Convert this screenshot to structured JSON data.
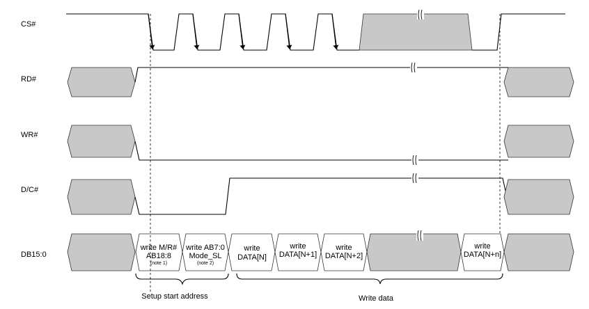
{
  "signals": {
    "cs": "CS#",
    "rd": "RD#",
    "wr": "WR#",
    "dc": "D/C#",
    "db": "DB15:0"
  },
  "bus": {
    "cell1_line1": "write M/R#",
    "cell1_line2": "AB18:8",
    "cell1_note": "(note 1)",
    "cell2_line1": "write AB7:0",
    "cell2_line2": "Mode_SL",
    "cell2_note": "(note 2)",
    "cell3_line1": "write",
    "cell3_line2": "DATA[N]",
    "cell4_line1": "write",
    "cell4_line2": "DATA[N+1]",
    "cell5_line1": "write",
    "cell5_line2": "DATA[N+2]",
    "cell6_line1": "write",
    "cell6_line2": "DATA[N+n]"
  },
  "annotations": {
    "setup": "Setup start address",
    "write": "Write data"
  },
  "colors": {
    "fill_grey": "#c8c8c8",
    "line": "#000000"
  }
}
